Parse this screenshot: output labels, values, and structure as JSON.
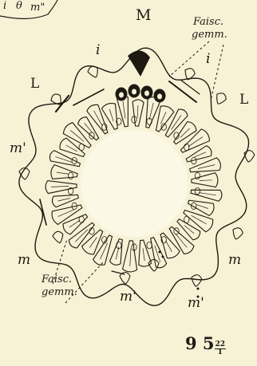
{
  "labels": {
    "corner_left": "i",
    "corner_theta": "θ",
    "corner_m": "m\"",
    "M": "M",
    "faisc_top": "Faisc.",
    "gemm_top": "gemm.",
    "i_left": "i",
    "i_right": "i",
    "L_left": "L",
    "L_right": "L",
    "m_prime_left": "m'",
    "m_left": "m",
    "m_right": "m",
    "faisc_bottom": "Faisc.",
    "gemm_bottom": "gemm.",
    "m_prime_bottom_left": "m'",
    "m_prime_bottom_right": "m'"
  },
  "figure": {
    "number": "9 5",
    "fraction_numerator": "22",
    "fraction_denominator": "1"
  }
}
